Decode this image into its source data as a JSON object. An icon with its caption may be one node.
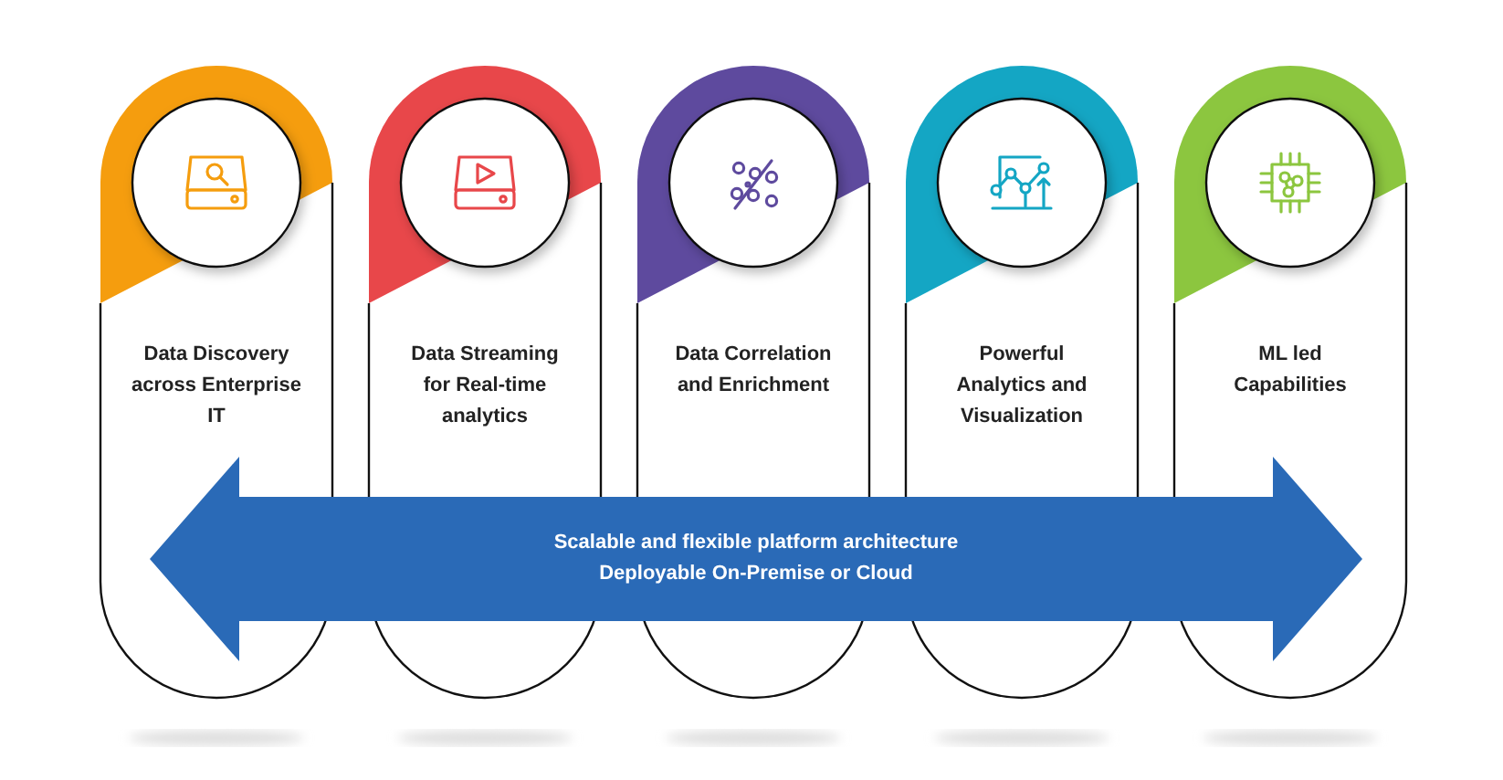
{
  "diagram": {
    "nodes": [
      {
        "text": [
          "Data Discovery across Enterprise IT"
        ]
      },
      {
        "text": [
          "Data Streaming for Real-time analytics"
        ]
      },
      {
        "text": [
          "Data Correlation and Enrichment"
        ]
      },
      {
        "text": [
          "Powerful Analytics and Visualization"
        ]
      },
      {
        "text": [
          "ML led Capabilities"
        ]
      },
      {
        "text": [
          "Scalable and flexible platform architecture",
          "Deployable On-Premise or Cloud"
        ]
      }
    ]
  }
}
